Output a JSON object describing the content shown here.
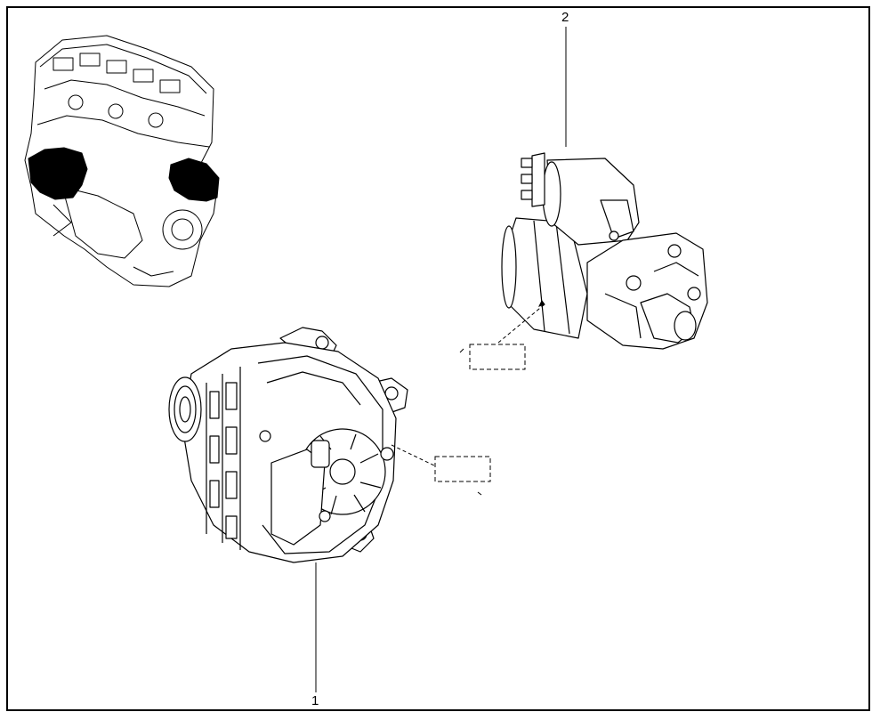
{
  "diagram": {
    "callouts": [
      {
        "id": "1",
        "text": "1"
      },
      {
        "id": "2",
        "text": "2"
      }
    ],
    "colors": {
      "line": "#000000",
      "fill": "#ffffff",
      "shade": "#d9d9d9"
    }
  }
}
